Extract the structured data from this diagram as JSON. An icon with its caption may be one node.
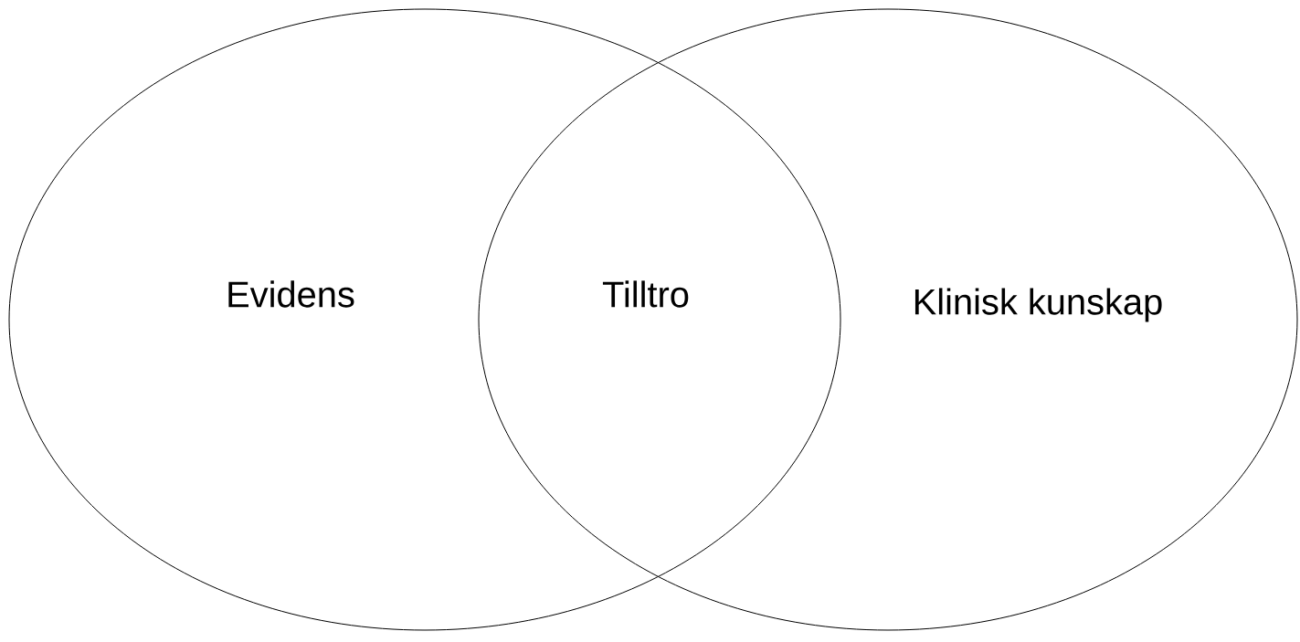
{
  "diagram": {
    "nodes": [
      {
        "text": [
          "Evidens"
        ]
      },
      {
        "text": [
          "Klinisk kunskap"
        ]
      }
    ],
    "labels": [
      "Tilltro"
    ]
  }
}
